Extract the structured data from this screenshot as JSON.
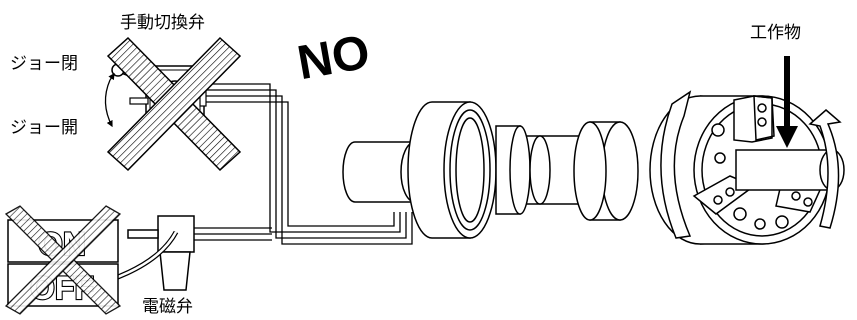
{
  "labels": {
    "manual_valve": "手動切換弁",
    "jaw_close": "ジョー閉",
    "jaw_open": "ジョー開",
    "no": "NO",
    "workpiece": "工作物",
    "solenoid_valve": "電磁弁",
    "switch_on": "ON",
    "switch_off": "OFF"
  }
}
